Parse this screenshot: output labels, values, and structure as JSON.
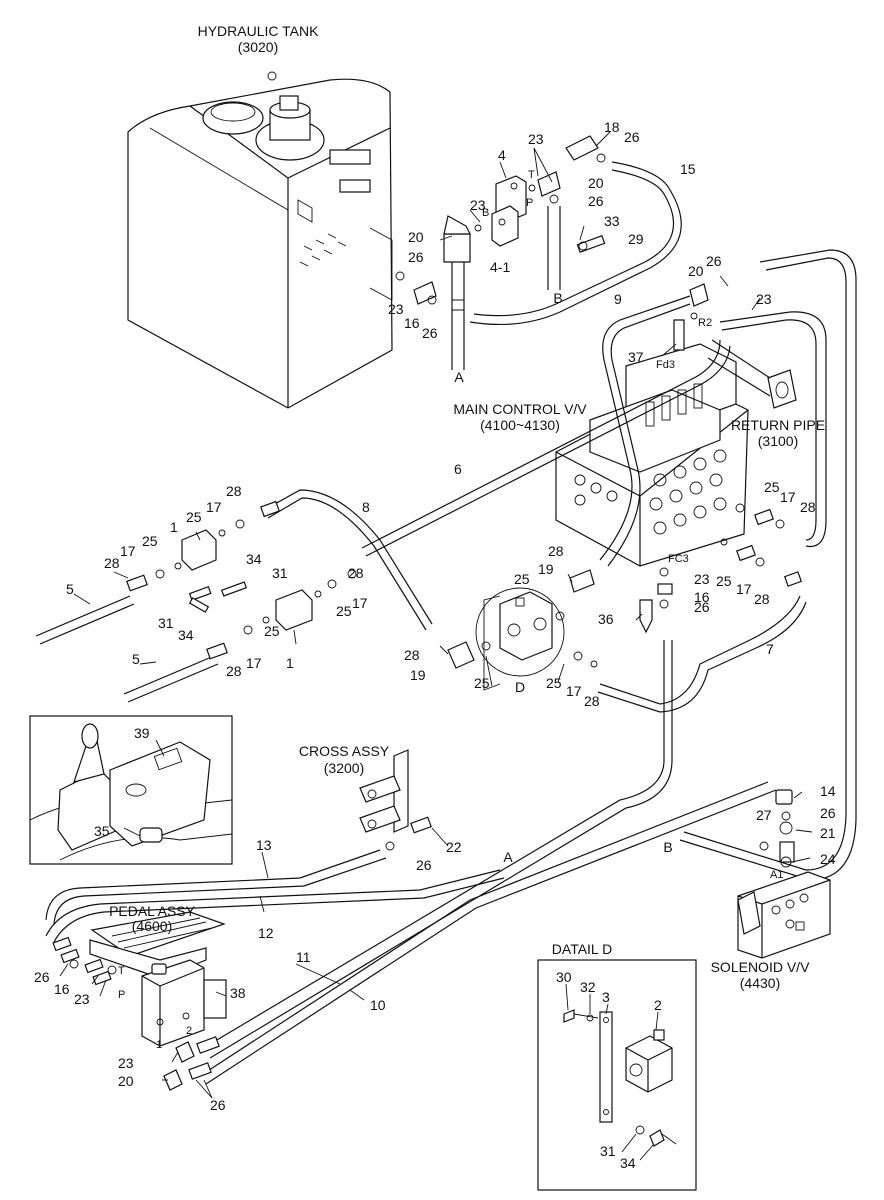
{
  "labels": {
    "hydraulic_tank": "HYDRAULIC TANK",
    "hydraulic_tank_code": "(3020)",
    "main_control_vv": "MAIN CONTROL V/V",
    "main_control_vv_code": "(4100~4130)",
    "return_pipe": "RETURN PIPE",
    "return_pipe_code": "(3100)",
    "cross_assy": "CROSS ASSY",
    "cross_assy_code": "(3200)",
    "pedal_assy": "PEDAL ASSY",
    "pedal_assy_code": "(4600)",
    "solenoid_vv": "SOLENOID V/V",
    "solenoid_vv_code": "(4430)",
    "detail_title": "DATAIL D",
    "port_a": "A",
    "port_b": "B",
    "port_d": "D",
    "port_t": "T",
    "port_p": "P",
    "port_r2": "R2",
    "port_fd3": "Fd3",
    "port_fc3": "FC3",
    "port_a1": "A1",
    "port_b_small": "B",
    "port_1": "1",
    "port_2": "2"
  },
  "callouts": {
    "c1a": "1",
    "c1b": "1",
    "c2": "2",
    "c3": "3",
    "c4": "4",
    "c4_1": "4-1",
    "c5a": "5",
    "c5b": "5",
    "c6": "6",
    "c7": "7",
    "c8": "8",
    "c9": "9",
    "c10": "10",
    "c11": "11",
    "c12": "12",
    "c13": "13",
    "c14": "14",
    "c15": "15",
    "c16a": "16",
    "c16b": "16",
    "c16c": "16",
    "c17a": "17",
    "c17b": "17",
    "c17c": "17",
    "c17d": "17",
    "c17e": "17",
    "c17f": "17",
    "c18": "18",
    "c19a": "19",
    "c19b": "19",
    "c20a": "20",
    "c20b": "20",
    "c20c": "20",
    "c20d": "20",
    "c21": "21",
    "c22": "22",
    "c23a": "23",
    "c23b": "23",
    "c23c": "23",
    "c23d": "23",
    "c23e": "23",
    "c23f": "23",
    "c23g": "23",
    "c24": "24",
    "c25a": "25",
    "c25b": "25",
    "c25c": "25",
    "c25d": "25",
    "c25e": "25",
    "c25f": "25",
    "c25g": "25",
    "c25h": "25",
    "c26a": "26",
    "c26b": "26",
    "c26c": "26",
    "c26d": "26",
    "c26e": "26",
    "c26f": "26",
    "c26g": "26",
    "c26h": "26",
    "c26i": "26",
    "c27": "27",
    "c28a": "28",
    "c28b": "28",
    "c28c": "28",
    "c28d": "28",
    "c28e": "28",
    "c28f": "28",
    "c28g": "28",
    "c28h": "28",
    "c28i": "28",
    "c29": "29",
    "c30": "30",
    "c31a": "31",
    "c31b": "31",
    "c31c": "31",
    "c32": "32",
    "c33": "33",
    "c34a": "34",
    "c34b": "34",
    "c34c": "34",
    "c35": "35",
    "c36": "36",
    "c37": "37",
    "c38": "38",
    "c39": "39"
  }
}
